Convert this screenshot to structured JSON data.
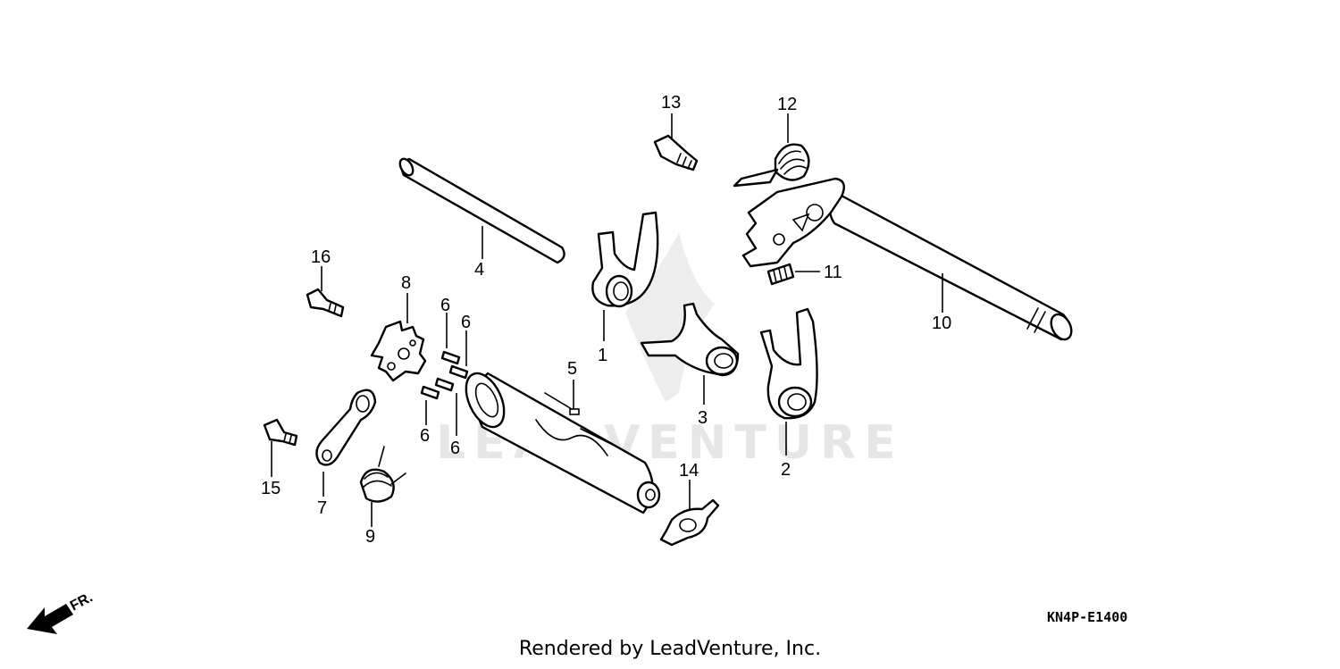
{
  "watermark": "LEADVENTURE",
  "callouts": {
    "c1": "1",
    "c2": "2",
    "c3": "3",
    "c4": "4",
    "c5": "5",
    "c6a": "6",
    "c6b": "6",
    "c6c": "6",
    "c6d": "6",
    "c7": "7",
    "c8": "8",
    "c9": "9",
    "c10": "10",
    "c11": "11",
    "c12": "12",
    "c13": "13",
    "c14": "14",
    "c15": "15",
    "c16": "16"
  },
  "front_label": "FR.",
  "diagram_code": "KN4P-E1400",
  "footer": "Rendered by LeadVenture, Inc."
}
